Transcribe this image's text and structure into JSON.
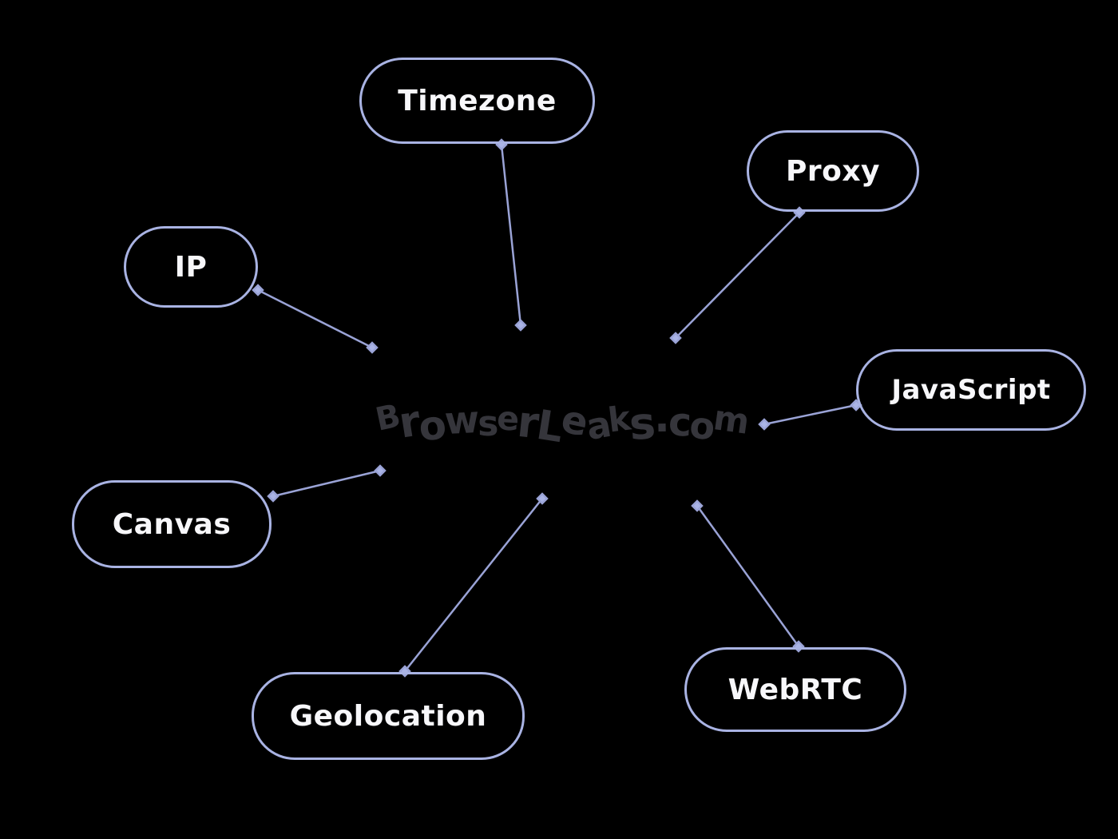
{
  "background": "#000000",
  "colors": {
    "node_border": "#a9b3e3",
    "node_text": "#f7f7fa",
    "connector_line": "#9aa3d6",
    "connector_diamond": "#aab4e6",
    "logo_text_color": "#35353b"
  },
  "center": {
    "logo_text": "BrowserLeaks.com"
  },
  "nodes": [
    {
      "id": "timezone",
      "label": "Timezone"
    },
    {
      "id": "proxy",
      "label": "Proxy"
    },
    {
      "id": "ip",
      "label": "IP"
    },
    {
      "id": "javascript",
      "label": "JavaScript"
    },
    {
      "id": "canvas",
      "label": "Canvas"
    },
    {
      "id": "geolocation",
      "label": "Geolocation"
    },
    {
      "id": "webrtc",
      "label": "WebRTC"
    }
  ]
}
